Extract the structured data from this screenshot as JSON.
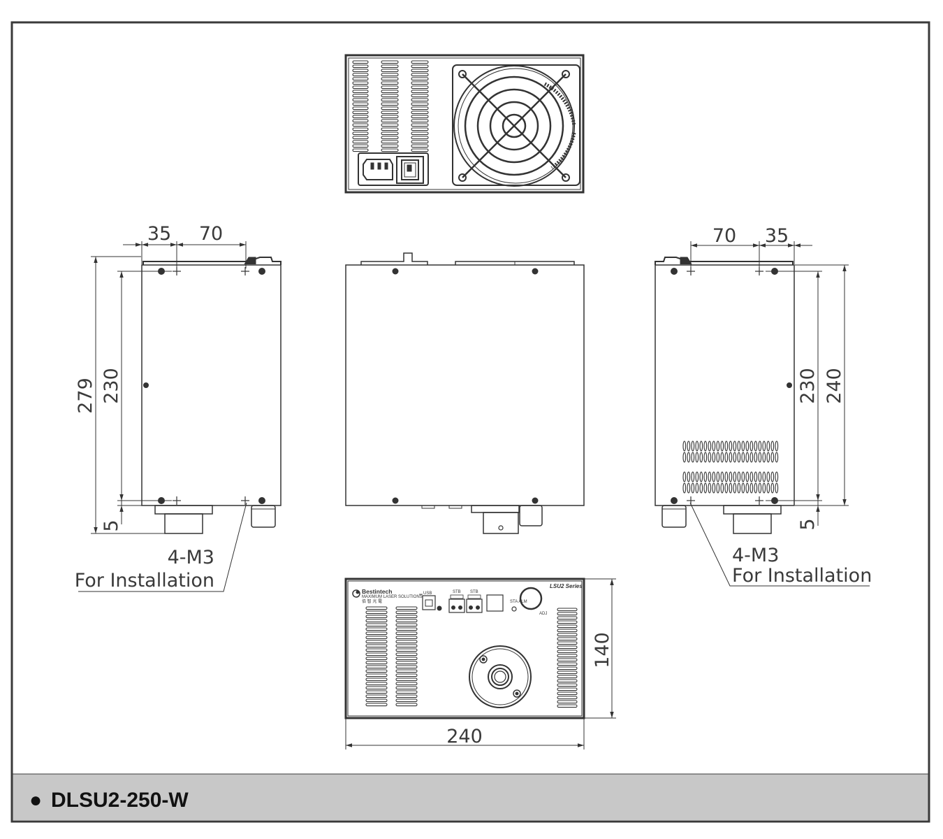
{
  "title": {
    "bullet": "●",
    "model": "DLSU2-250-W"
  },
  "dimensions": {
    "left_top_a": "35",
    "left_top_b": "70",
    "right_top_a": "70",
    "right_top_b": "35",
    "left_overall_height": "279",
    "left_hole_span": "230",
    "left_offset": "5",
    "right_hole_span": "230",
    "right_body_height": "240",
    "right_offset": "5",
    "front_height": "140",
    "front_width": "240"
  },
  "notes": {
    "left_screw": "4-M3",
    "left_screw_purpose": "For Installation",
    "right_screw": "4-M3",
    "right_screw_purpose": "For Installation"
  },
  "front_panel": {
    "brand": "Bestintech",
    "brand_sub_en": "MAXIMUM LASER SOLUTIONS",
    "brand_sub_cn": "佰 智 光 電",
    "series": "LSU2 Series",
    "usb_label": "USB",
    "port1_label": "STB",
    "port2_label": "STB",
    "status_label": "STA\nALM",
    "adj_label": "ADJ"
  },
  "colors": {
    "line": "#333333",
    "frame": "#3a3a3a",
    "footer_band": "#c8c8c8"
  }
}
